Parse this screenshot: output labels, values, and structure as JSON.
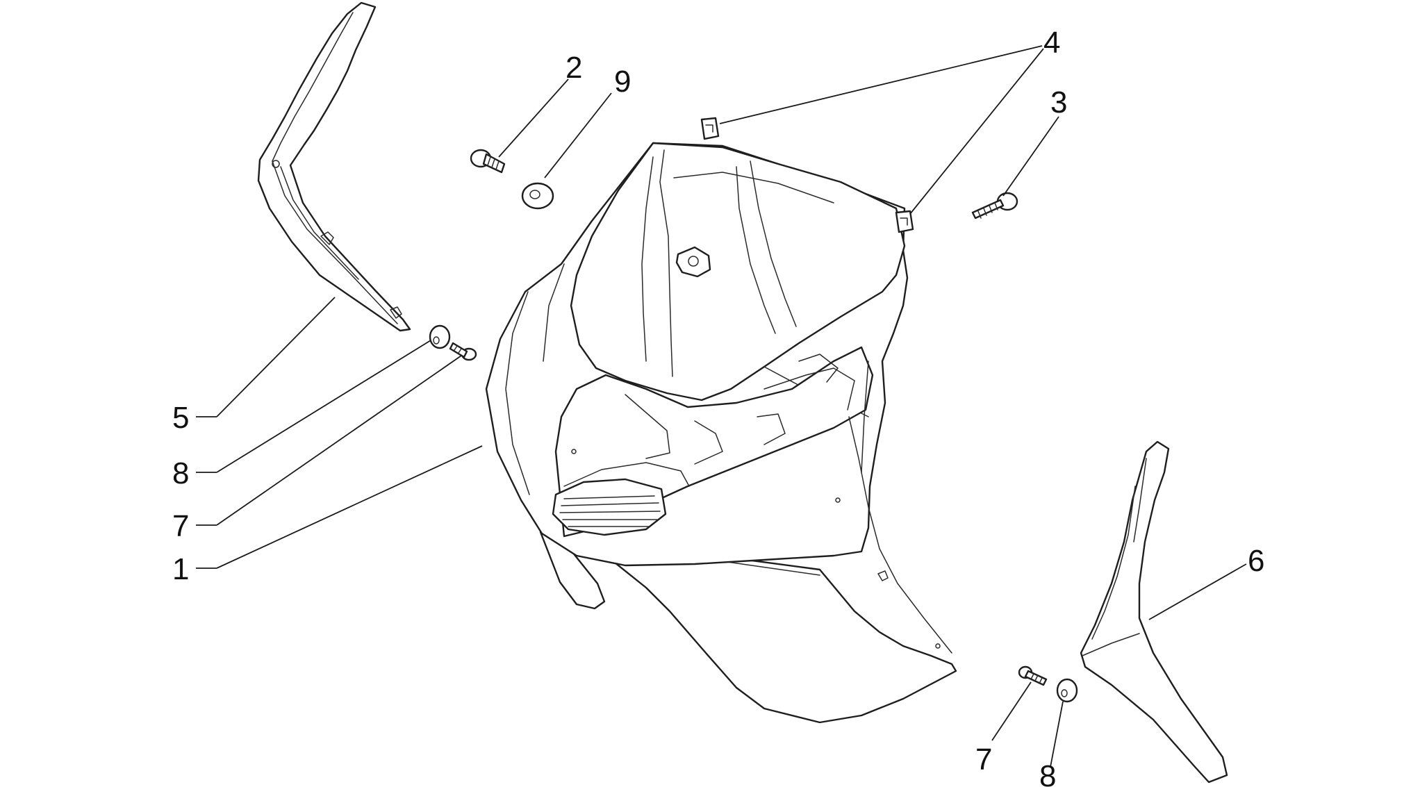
{
  "diagram": {
    "callouts": [
      {
        "id": "c1",
        "label": "1"
      },
      {
        "id": "c2",
        "label": "2"
      },
      {
        "id": "c3",
        "label": "3"
      },
      {
        "id": "c4",
        "label": "4"
      },
      {
        "id": "c5",
        "label": "5"
      },
      {
        "id": "c6",
        "label": "6"
      },
      {
        "id": "c7a",
        "label": "7"
      },
      {
        "id": "c7b",
        "label": "7"
      },
      {
        "id": "c8a",
        "label": "8"
      },
      {
        "id": "c8b",
        "label": "8"
      },
      {
        "id": "c9",
        "label": "9"
      }
    ]
  }
}
